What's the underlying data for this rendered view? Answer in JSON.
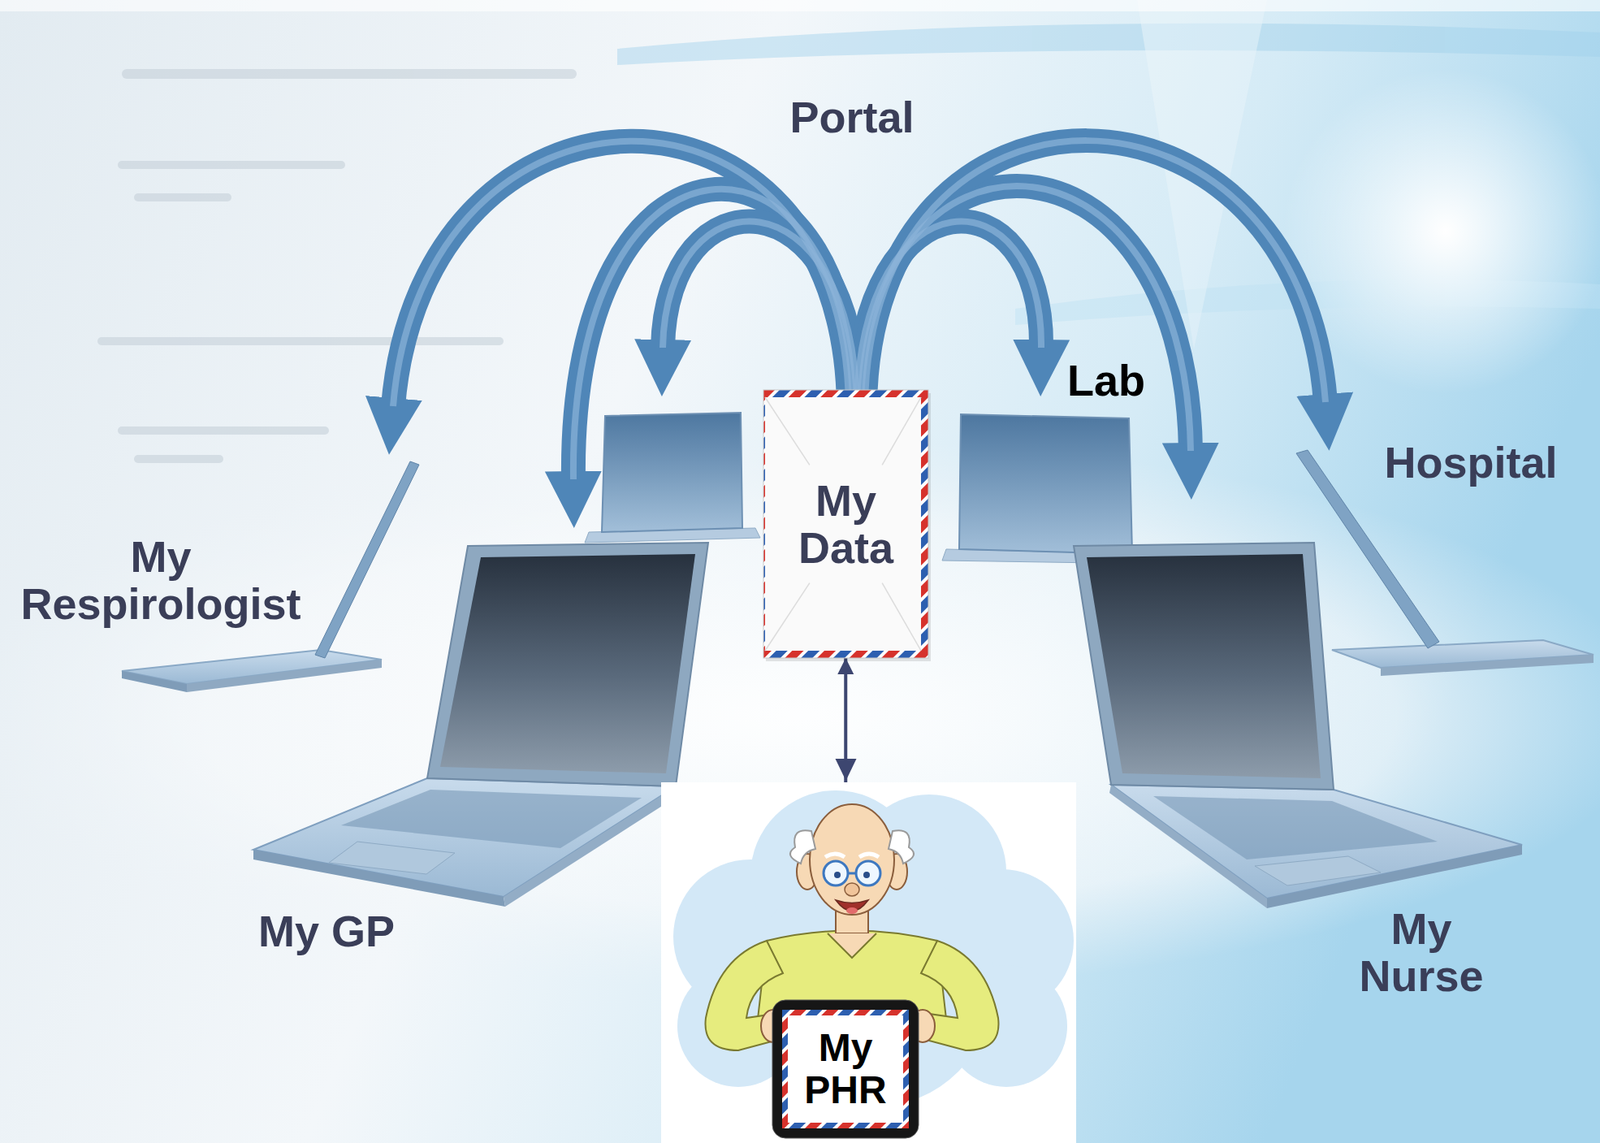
{
  "diagram": {
    "nodes": [
      {
        "text": [
          "My Data"
        ]
      },
      {
        "text": [
          "My PHR"
        ]
      }
    ],
    "edges": [
      {
        "from": 0,
        "to": 1,
        "arrow": "both"
      }
    ],
    "labels": [
      "Portal",
      "Lab",
      "Hospital",
      "My Respirologist",
      "My GP",
      "My Nurse"
    ]
  }
}
